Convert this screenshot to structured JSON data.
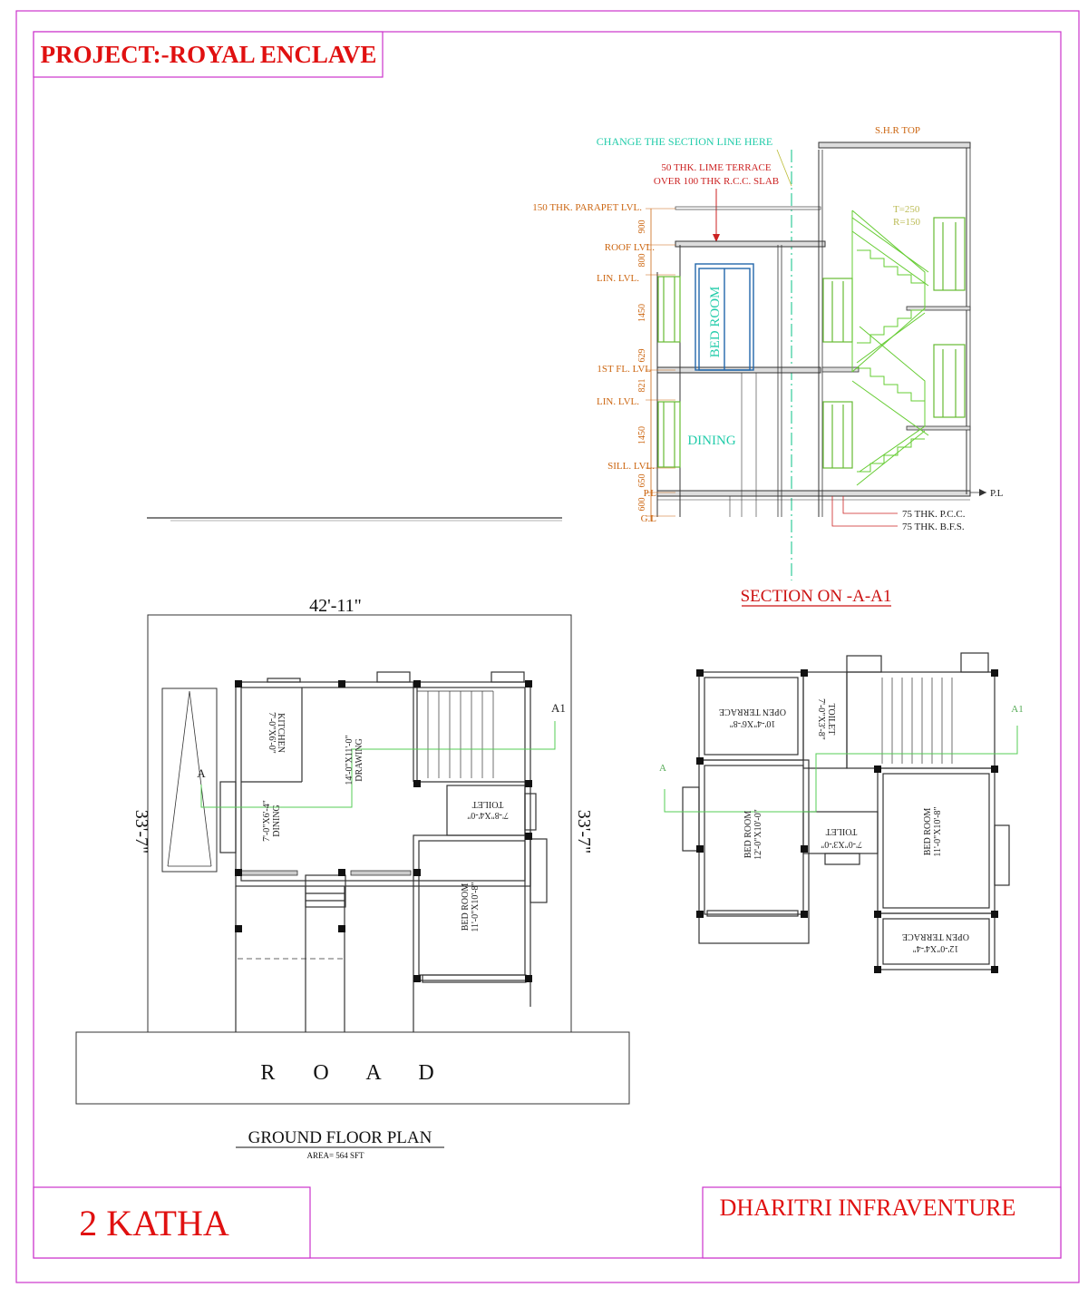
{
  "project_title": "PROJECT:-ROYAL ENCLAVE",
  "plot_size": "2 KATHA",
  "company": "DHARITRI INFRAVENTURE",
  "section": {
    "title": "SECTION ON -A-A1",
    "change_note": "CHANGE THE SECTION LINE HERE",
    "terrace_note_1": "50 THK. LIME TERRACE",
    "terrace_note_2": "OVER 100 THK R.C.C. SLAB",
    "shr_top": "S.H.R TOP",
    "tread": "T=250",
    "riser": "R=150",
    "pcc": "75 THK. P.C.C.",
    "bfs": "75 THK. B.F.S.",
    "pl_right": "P.L",
    "levels": [
      "150 THK. PARAPET LVL.",
      "ROOF LVL.",
      "LIN. LVL.",
      "1ST FL. LVL",
      "LIN. LVL.",
      "SILL. LVL.",
      "P.L",
      "G.L"
    ],
    "dims": [
      "900",
      "800",
      "1450",
      "629",
      "821",
      "1450",
      "650",
      "600"
    ],
    "room_upper": "BED ROOM",
    "room_lower": "DINING"
  },
  "ground_plan": {
    "title": "GROUND FLOOR PLAN",
    "area": "AREA= 564 SFT",
    "width_dim": "42'-11\"",
    "depth_left": "33'-7\"",
    "depth_right": "33'-7\"",
    "road": "R       O       A       D",
    "section_a": "A",
    "section_a1": "A1",
    "rooms": [
      {
        "name": "KITCHEN",
        "size": "7'-0\"X6'-0\""
      },
      {
        "name": "DRAWING",
        "size": "14'-0\"X11'-0\""
      },
      {
        "name": "DINING",
        "size": "7'-0\"X6'-4\""
      },
      {
        "name": "TOILET",
        "size": "7'-8\"X4'-0\""
      },
      {
        "name": "BED ROOM",
        "size": "11'-0\"X10'-8\""
      }
    ]
  },
  "first_plan": {
    "section_a": "A",
    "section_a1": "A1",
    "rooms": [
      {
        "name": "OPEN TERRACE",
        "size": "10'-4\"X6'-8\""
      },
      {
        "name": "TOILET",
        "size": "7'-0\"X3'-8\""
      },
      {
        "name": "BED ROOM",
        "size": "12'-0\"X10'-0\""
      },
      {
        "name": "TOILET",
        "size": "7'-0\"X3'-0\""
      },
      {
        "name": "BED ROOM",
        "size": "11'-0\"X10'-8\""
      },
      {
        "name": "OPEN TERRACE",
        "size": "12'-0\"X4'-4\""
      }
    ]
  },
  "colors": {
    "frame": "#cc33cc",
    "title_red": "#e01010",
    "level_orange": "#cc6611",
    "room_cyan": "#22ccaa",
    "stair_green": "#66cc33",
    "section_line": "#33cc99",
    "dim_green": "#33aa33"
  }
}
